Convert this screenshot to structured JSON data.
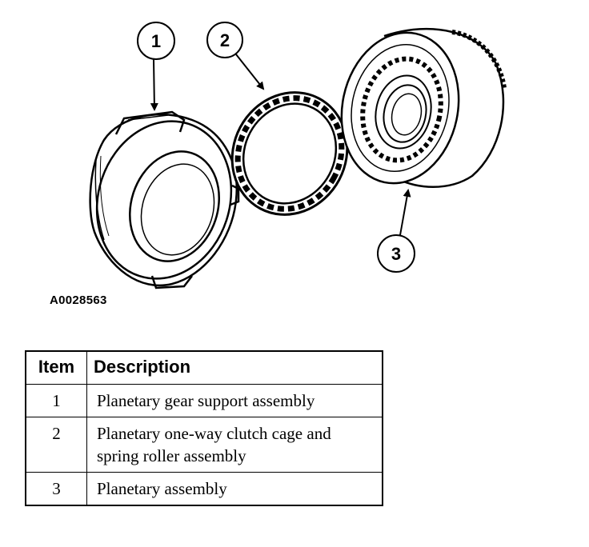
{
  "figure": {
    "id": "A0028563",
    "callouts": [
      "1",
      "2",
      "3"
    ]
  },
  "table": {
    "headers": {
      "item": "Item",
      "description": "Description"
    },
    "rows": [
      {
        "item": "1",
        "description": "Planetary gear support assembly"
      },
      {
        "item": "2",
        "description": "Planetary one-way clutch cage and spring roller assembly"
      },
      {
        "item": "3",
        "description": "Planetary assembly"
      }
    ]
  }
}
